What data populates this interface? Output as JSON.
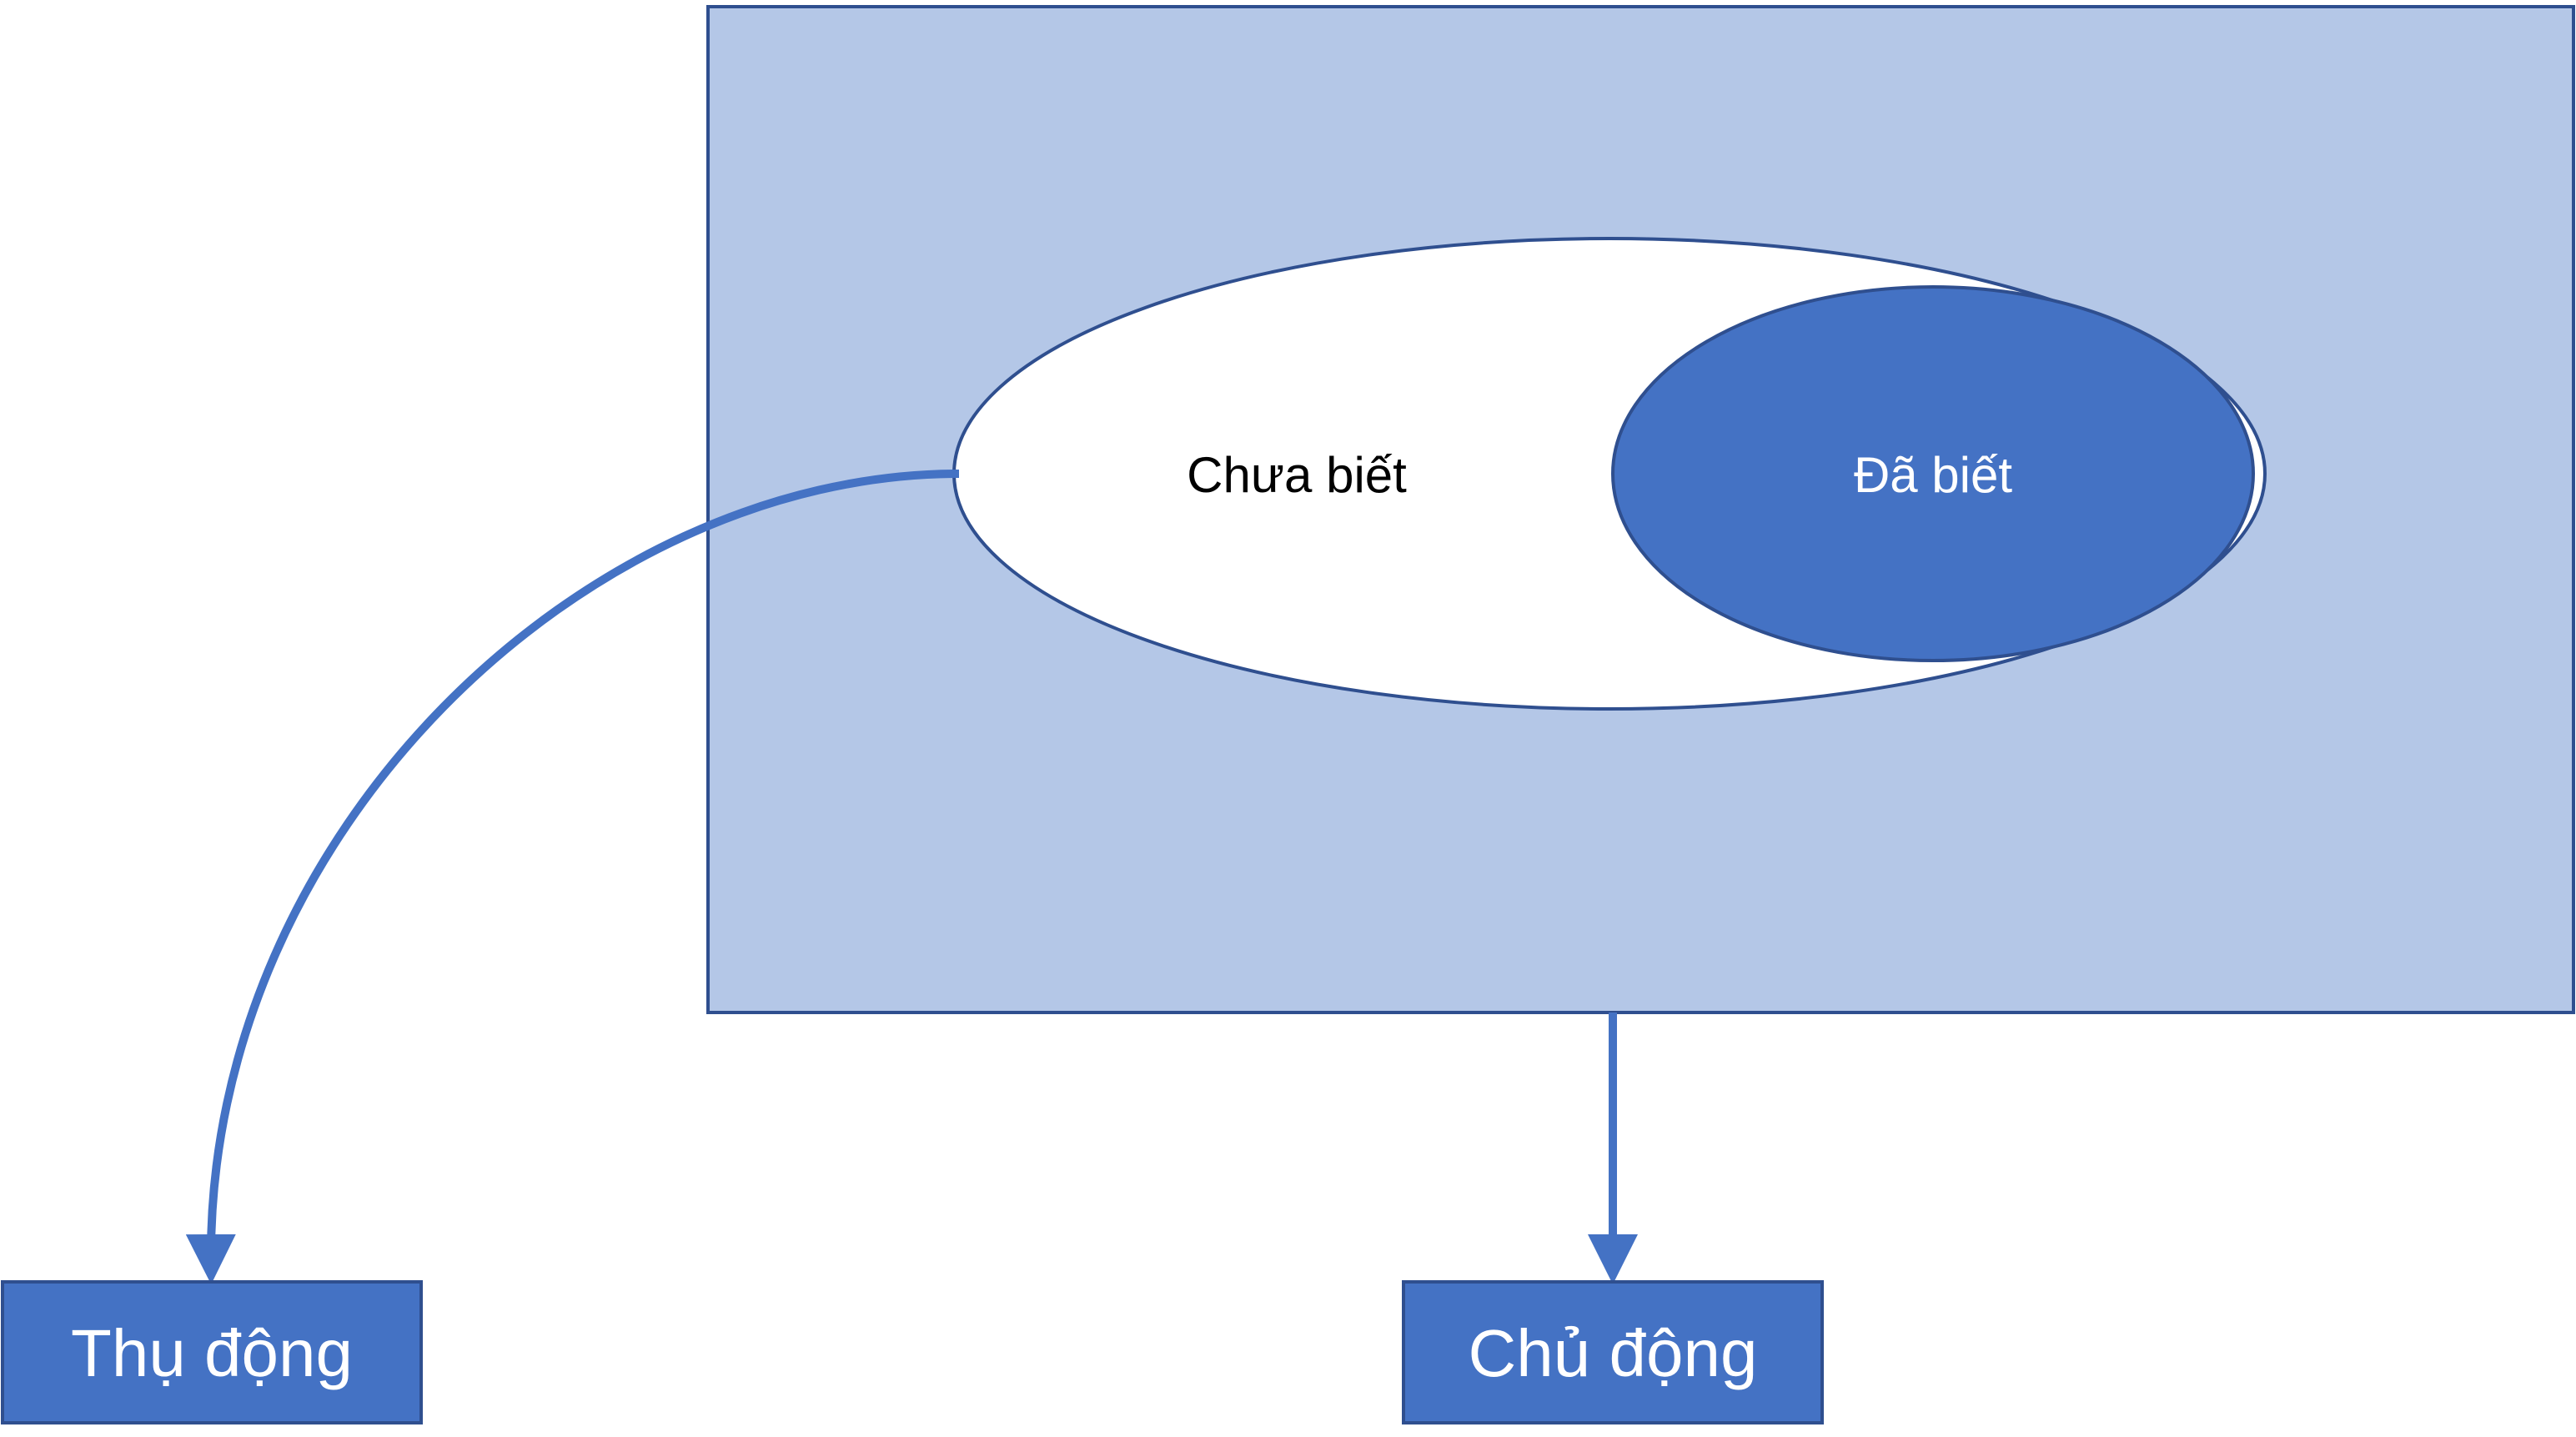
{
  "colors": {
    "background_region": "#B4C7E7",
    "accent": "#4472C4",
    "outline": "#2F4F8F",
    "white": "#FFFFFF"
  },
  "diagram": {
    "unknown_label": "Chưa biết",
    "known_label": "Đã biết",
    "passive_label": "Thụ động",
    "active_label": "Chủ động"
  }
}
